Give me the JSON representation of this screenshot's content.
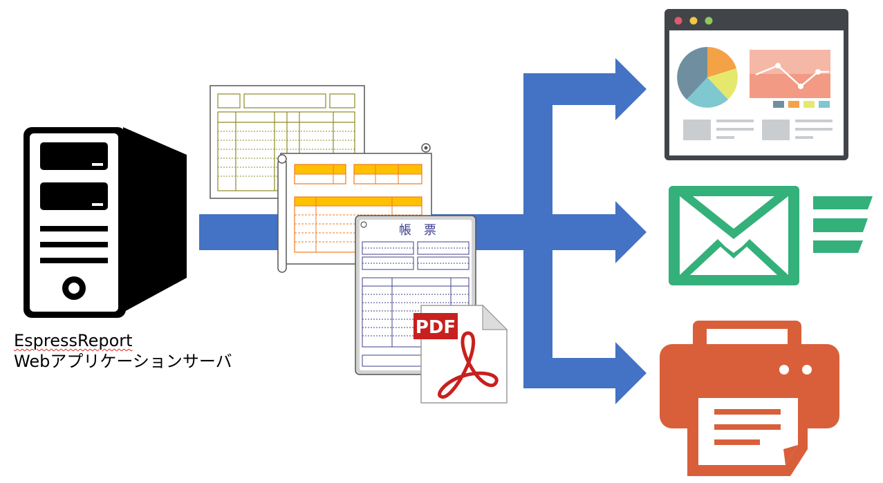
{
  "server": {
    "name_line1": "EspressReport",
    "name_line2": "Webアプリケーションサーバ"
  },
  "report_sheet": {
    "title": "帳　票"
  },
  "pdf_icon": {
    "label": "PDF"
  },
  "colors": {
    "flow_arrow": "#4472c4",
    "server": "#000000",
    "form_olive": "#8c8a20",
    "form_orange": "#f07a1e",
    "form_yellow": "#ffc000",
    "form_navy": "#3c3c8c",
    "pdf_red": "#c8201e",
    "browser_frame": "#414549",
    "mail_green": "#34b07a",
    "printer_orange": "#d95f3b"
  },
  "icons": {
    "server": "server-tower-icon",
    "form_back": "spreadsheet-form-icon",
    "form_middle": "scroll-form-icon",
    "form_front": "report-form-icon",
    "pdf": "pdf-document-icon",
    "browser": "browser-dashboard-icon",
    "mail": "mail-envelope-icon",
    "printer": "printer-icon"
  }
}
